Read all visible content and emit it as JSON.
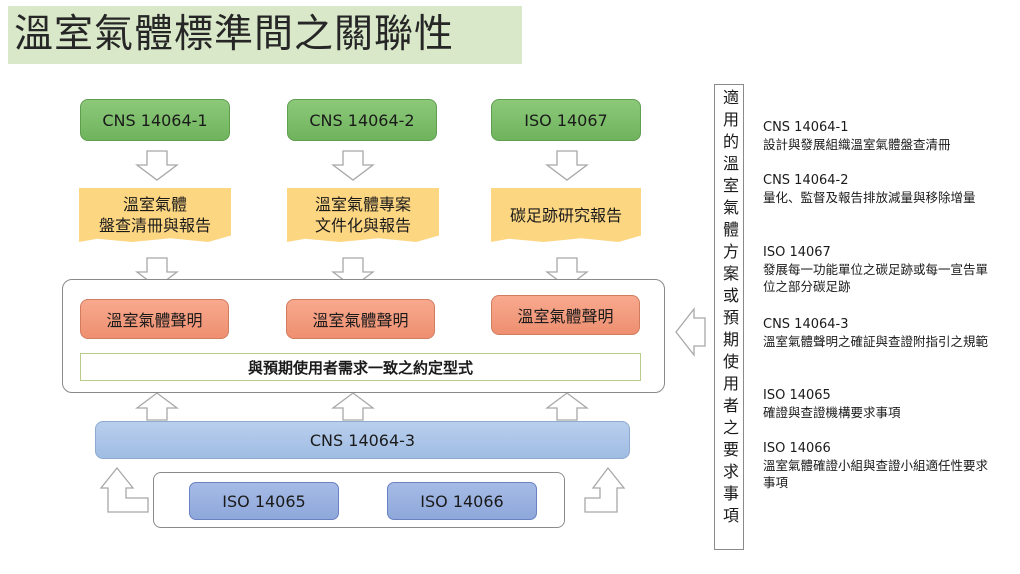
{
  "title": "溫室氣體標準間之關聯性",
  "standards": [
    "CNS 14064-1",
    "CNS 14064-2",
    "ISO 14067"
  ],
  "reports": [
    "溫室氣體\n盤查清冊與報告",
    "溫室氣體專案\n文件化與報告",
    "碳足跡研究報告"
  ],
  "declarations": [
    "溫室氣體聲明",
    "溫室氣體聲明",
    "溫室氣體聲明"
  ],
  "form_label": "與預期使用者需求一致之約定型式",
  "cns3_label": "CNS 14064-3",
  "verifiers": [
    "ISO 14065",
    "ISO 14066"
  ],
  "side_label": "適用的溫室氣體方案或預期使用者之要求事項",
  "legend": [
    {
      "head": "CNS 14064-1",
      "desc": "設計與發展組織溫室氣體盤查清冊"
    },
    {
      "head": "CNS 14064-2",
      "desc": "量化、監督及報告排放減量與移除增量"
    },
    {
      "head": "ISO 14067",
      "desc": "發展每一功能單位之碳足跡或每一宣告單位之部分碳足跡"
    },
    {
      "head": "CNS 14064-3",
      "desc": "溫室氣體聲明之確証與查證附指引之規範"
    },
    {
      "head": "ISO 14065",
      "desc": "確證與查證機構要求事項"
    },
    {
      "head": "ISO 14066",
      "desc": "溫室氣體確證小組與查證小組適任性要求事項"
    }
  ],
  "colors": {
    "standard_green": "#7dbf6a",
    "report_yellow": "#fdd682",
    "declaration_orange": "#f39c7e",
    "cns3_blue": "#aec6e8",
    "iso_blue": "#98afe0",
    "title_band": "#d9e8c9"
  }
}
